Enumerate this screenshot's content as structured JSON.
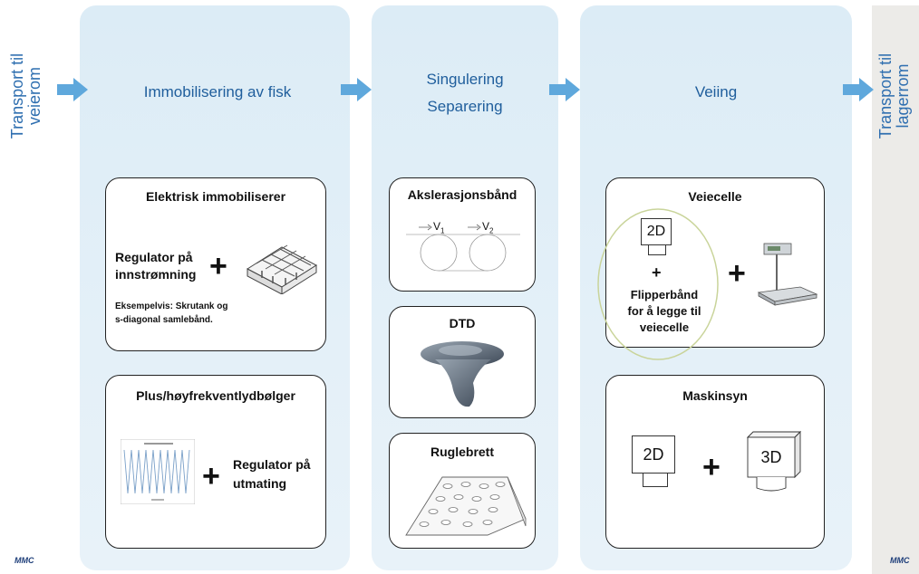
{
  "transport_left": [
    "Transport til",
    "veierom"
  ],
  "transport_right": [
    "Transport til",
    "lagerrom"
  ],
  "stages": {
    "immobilisering": "Immobilisering av fisk",
    "singulering": "Singulering",
    "separering": "Separering",
    "veiing": "Veiing"
  },
  "cards": {
    "elektrisk": {
      "title": "Elektrisk immobiliserer",
      "regulator": [
        "Regulator på",
        "innstrømning"
      ],
      "example": [
        "Eksempelvis: Skrutank og",
        "s-diagonal samlebånd."
      ]
    },
    "lyd": {
      "title": "Plus/høyfrekventlydbølger",
      "regulator": [
        "Regulator på",
        "utmating"
      ]
    },
    "aksel": {
      "title": "Akslerasjonsbånd",
      "v1": "V",
      "v1sub": "1",
      "v2": "V",
      "v2sub": "2"
    },
    "dtd": {
      "title": "DTD"
    },
    "rugle": {
      "title": "Ruglebrett"
    },
    "veiecelle": {
      "title": "Veiecelle",
      "camera": "2D",
      "plus": "+",
      "flipper": [
        "Flipperbånd",
        "for å legge til",
        "veiecelle"
      ]
    },
    "maskinsyn": {
      "title": "Maskinsyn",
      "cam2d": "2D",
      "cam3d": "3D"
    }
  },
  "plus_sign": "+",
  "footer_left": "MMC",
  "footer_right": "MMC",
  "colors": {
    "panel": "#dcecf6",
    "arrow": "#5fa8dc",
    "label": "#2f6fb0"
  }
}
